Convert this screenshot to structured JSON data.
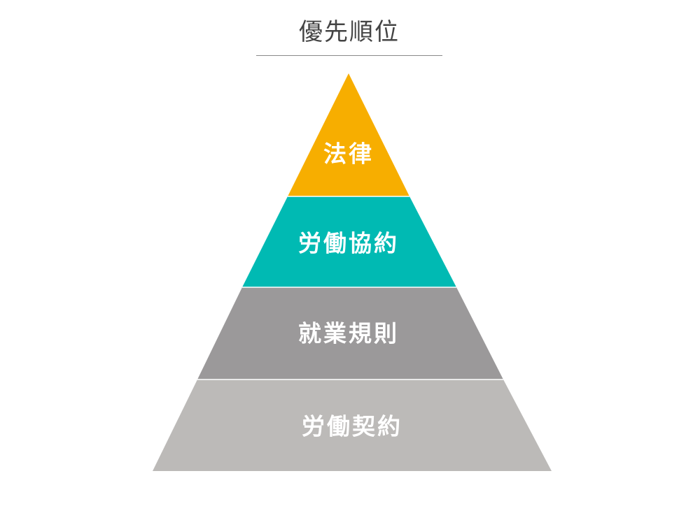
{
  "title": "優先順位",
  "tiers": [
    {
      "label": "法律",
      "color": "#f7ae00"
    },
    {
      "label": "労働協約",
      "color": "#00bab3"
    },
    {
      "label": "就業規則",
      "color": "#9b999a"
    },
    {
      "label": "労働契約",
      "color": "#bcbab8"
    }
  ]
}
